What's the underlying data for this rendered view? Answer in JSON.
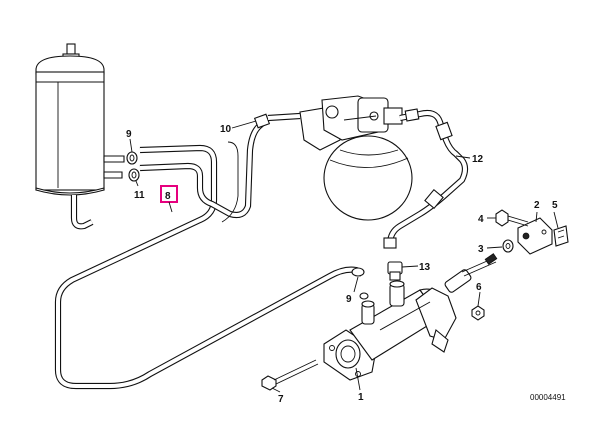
{
  "diagram": {
    "doc_number": "00004491",
    "highlight_color": "#e6007e",
    "callouts": {
      "c1": "1",
      "c2": "2",
      "c3": "3",
      "c4": "4",
      "c5": "5",
      "c6": "6",
      "c7": "7",
      "c8": "8",
      "c9a": "9",
      "c9b": "9",
      "c10": "10",
      "c11": "11",
      "c12": "12",
      "c13": "13"
    },
    "highlighted_callout": "8"
  }
}
